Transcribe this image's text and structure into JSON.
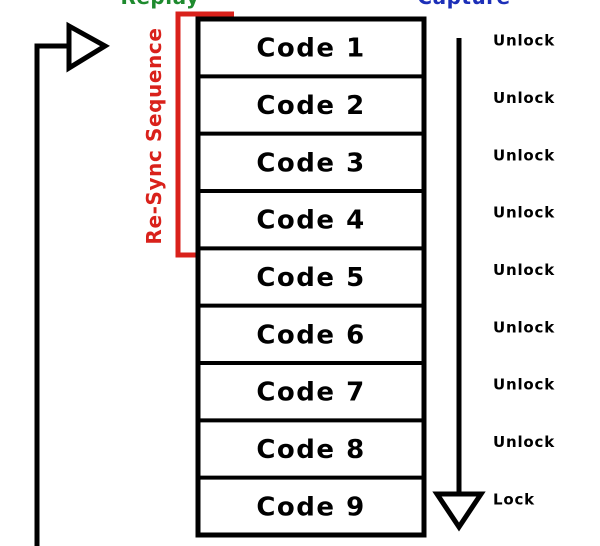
{
  "header": {
    "left_label": "Replay",
    "right_label": "Capture"
  },
  "resync_label": "Re-Sync Sequence",
  "codes": [
    {
      "label": "Code 1",
      "status": "Unlock"
    },
    {
      "label": "Code 2",
      "status": "Unlock"
    },
    {
      "label": "Code 3",
      "status": "Unlock"
    },
    {
      "label": "Code 4",
      "status": "Unlock"
    },
    {
      "label": "Code 5",
      "status": "Unlock"
    },
    {
      "label": "Code 6",
      "status": "Unlock"
    },
    {
      "label": "Code 7",
      "status": "Unlock"
    },
    {
      "label": "Code 8",
      "status": "Unlock"
    },
    {
      "label": "Code 9",
      "status": "Lock"
    }
  ],
  "resync_code_count": 4,
  "colors": {
    "left_label": "#1e8a2e",
    "right_label": "#1c2fb8",
    "resync": "#d9211b",
    "stroke": "#000000",
    "text": "#000000"
  }
}
